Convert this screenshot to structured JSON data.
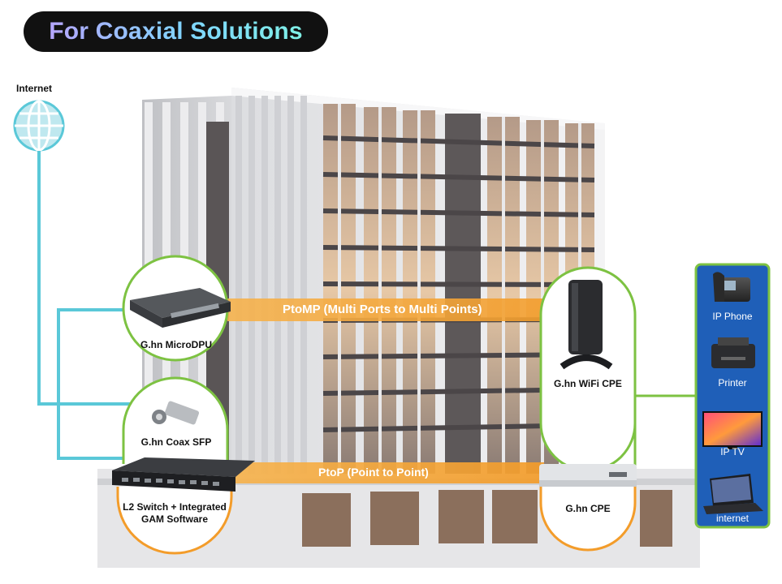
{
  "title": "For Coaxial Solutions",
  "internet_label": "Internet",
  "links": {
    "ptomp": "PtoMP (Multi Ports to Multi Points)",
    "ptop": "PtoP (Point to Point)"
  },
  "devices": {
    "microdpu": "G.hn MicroDPU",
    "coax_sfp": "G.hn Coax SFP",
    "l2_switch_line1": "L2 Switch + Integrated",
    "l2_switch_line2": "GAM Software",
    "wifi_cpe": "G.hn WiFi CPE",
    "cpe": "G.hn CPE"
  },
  "end_devices": [
    "IP Phone",
    "Printer",
    "IP TV",
    "internet"
  ],
  "colors": {
    "cyan_line": "#5ac8d8",
    "green_line": "#7dc242",
    "orange": "#f39c2a",
    "panel_blue": "#1f5fb8"
  }
}
